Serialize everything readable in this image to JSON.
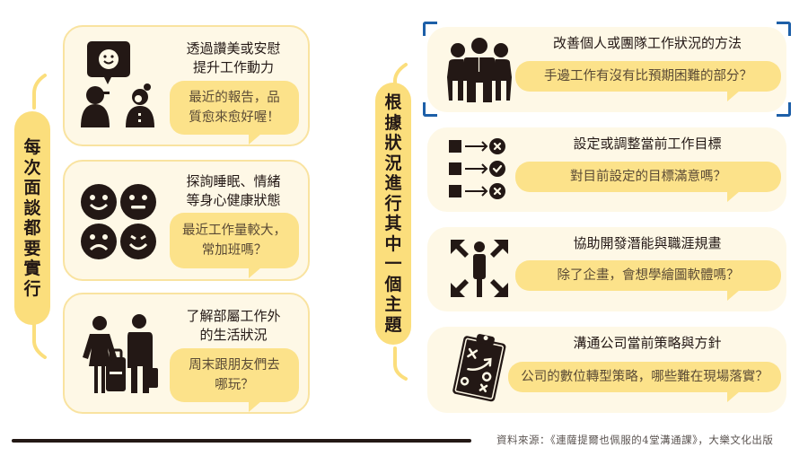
{
  "colors": {
    "pill": "#fbde7c",
    "card_fill": "#fef8e6",
    "card_border": "#f9e3a0",
    "bubble": "#fce28a",
    "ink": "#231815",
    "selection_bracket": "#1d5fa8"
  },
  "left_section": {
    "label": [
      "每",
      "次",
      "面",
      "談",
      "都",
      "要",
      "實",
      "行"
    ],
    "cards": [
      {
        "icon": "conversation-praise-icon",
        "title": "透過讚美或安慰\n提升工作動力",
        "bubble": "最近的報告，品\n質愈來愈好喔！"
      },
      {
        "icon": "emotion-faces-icon",
        "title": "探詢睡眠、情緒\n等身心健康狀態",
        "bubble": "最近工作量較大，\n常加班嗎？"
      },
      {
        "icon": "travel-couple-icon",
        "title": "了解部屬工作外\n的生活狀況",
        "bubble": "周末跟朋友們去\n哪玩？"
      }
    ]
  },
  "right_section": {
    "label": [
      "根",
      "據",
      "狀",
      "況",
      "進",
      "行",
      "其",
      "中",
      "一",
      "個",
      "主",
      "題"
    ],
    "cards": [
      {
        "icon": "team-people-icon",
        "title": "改善個人或團隊工作狀況的方法",
        "bubble": "手邊工作有沒有比預期困難的部分？",
        "selected": true
      },
      {
        "icon": "goal-checklist-icon",
        "title": "設定或調整當前工作目標",
        "bubble": "對目前設定的目標滿意嗎？"
      },
      {
        "icon": "career-expand-icon",
        "title": "協助開發潛能與職涯規畫",
        "bubble": "除了企畫，會想學繪圖軟體嗎？"
      },
      {
        "icon": "strategy-clipboard-icon",
        "title": "溝通公司當前策略與方針",
        "bubble": "公司的數位轉型策略，哪些難在現場落實？"
      }
    ]
  },
  "footer": {
    "source": "資料來源：《連薩提爾也佩服的4堂溝通課》，大樂文化出版"
  }
}
